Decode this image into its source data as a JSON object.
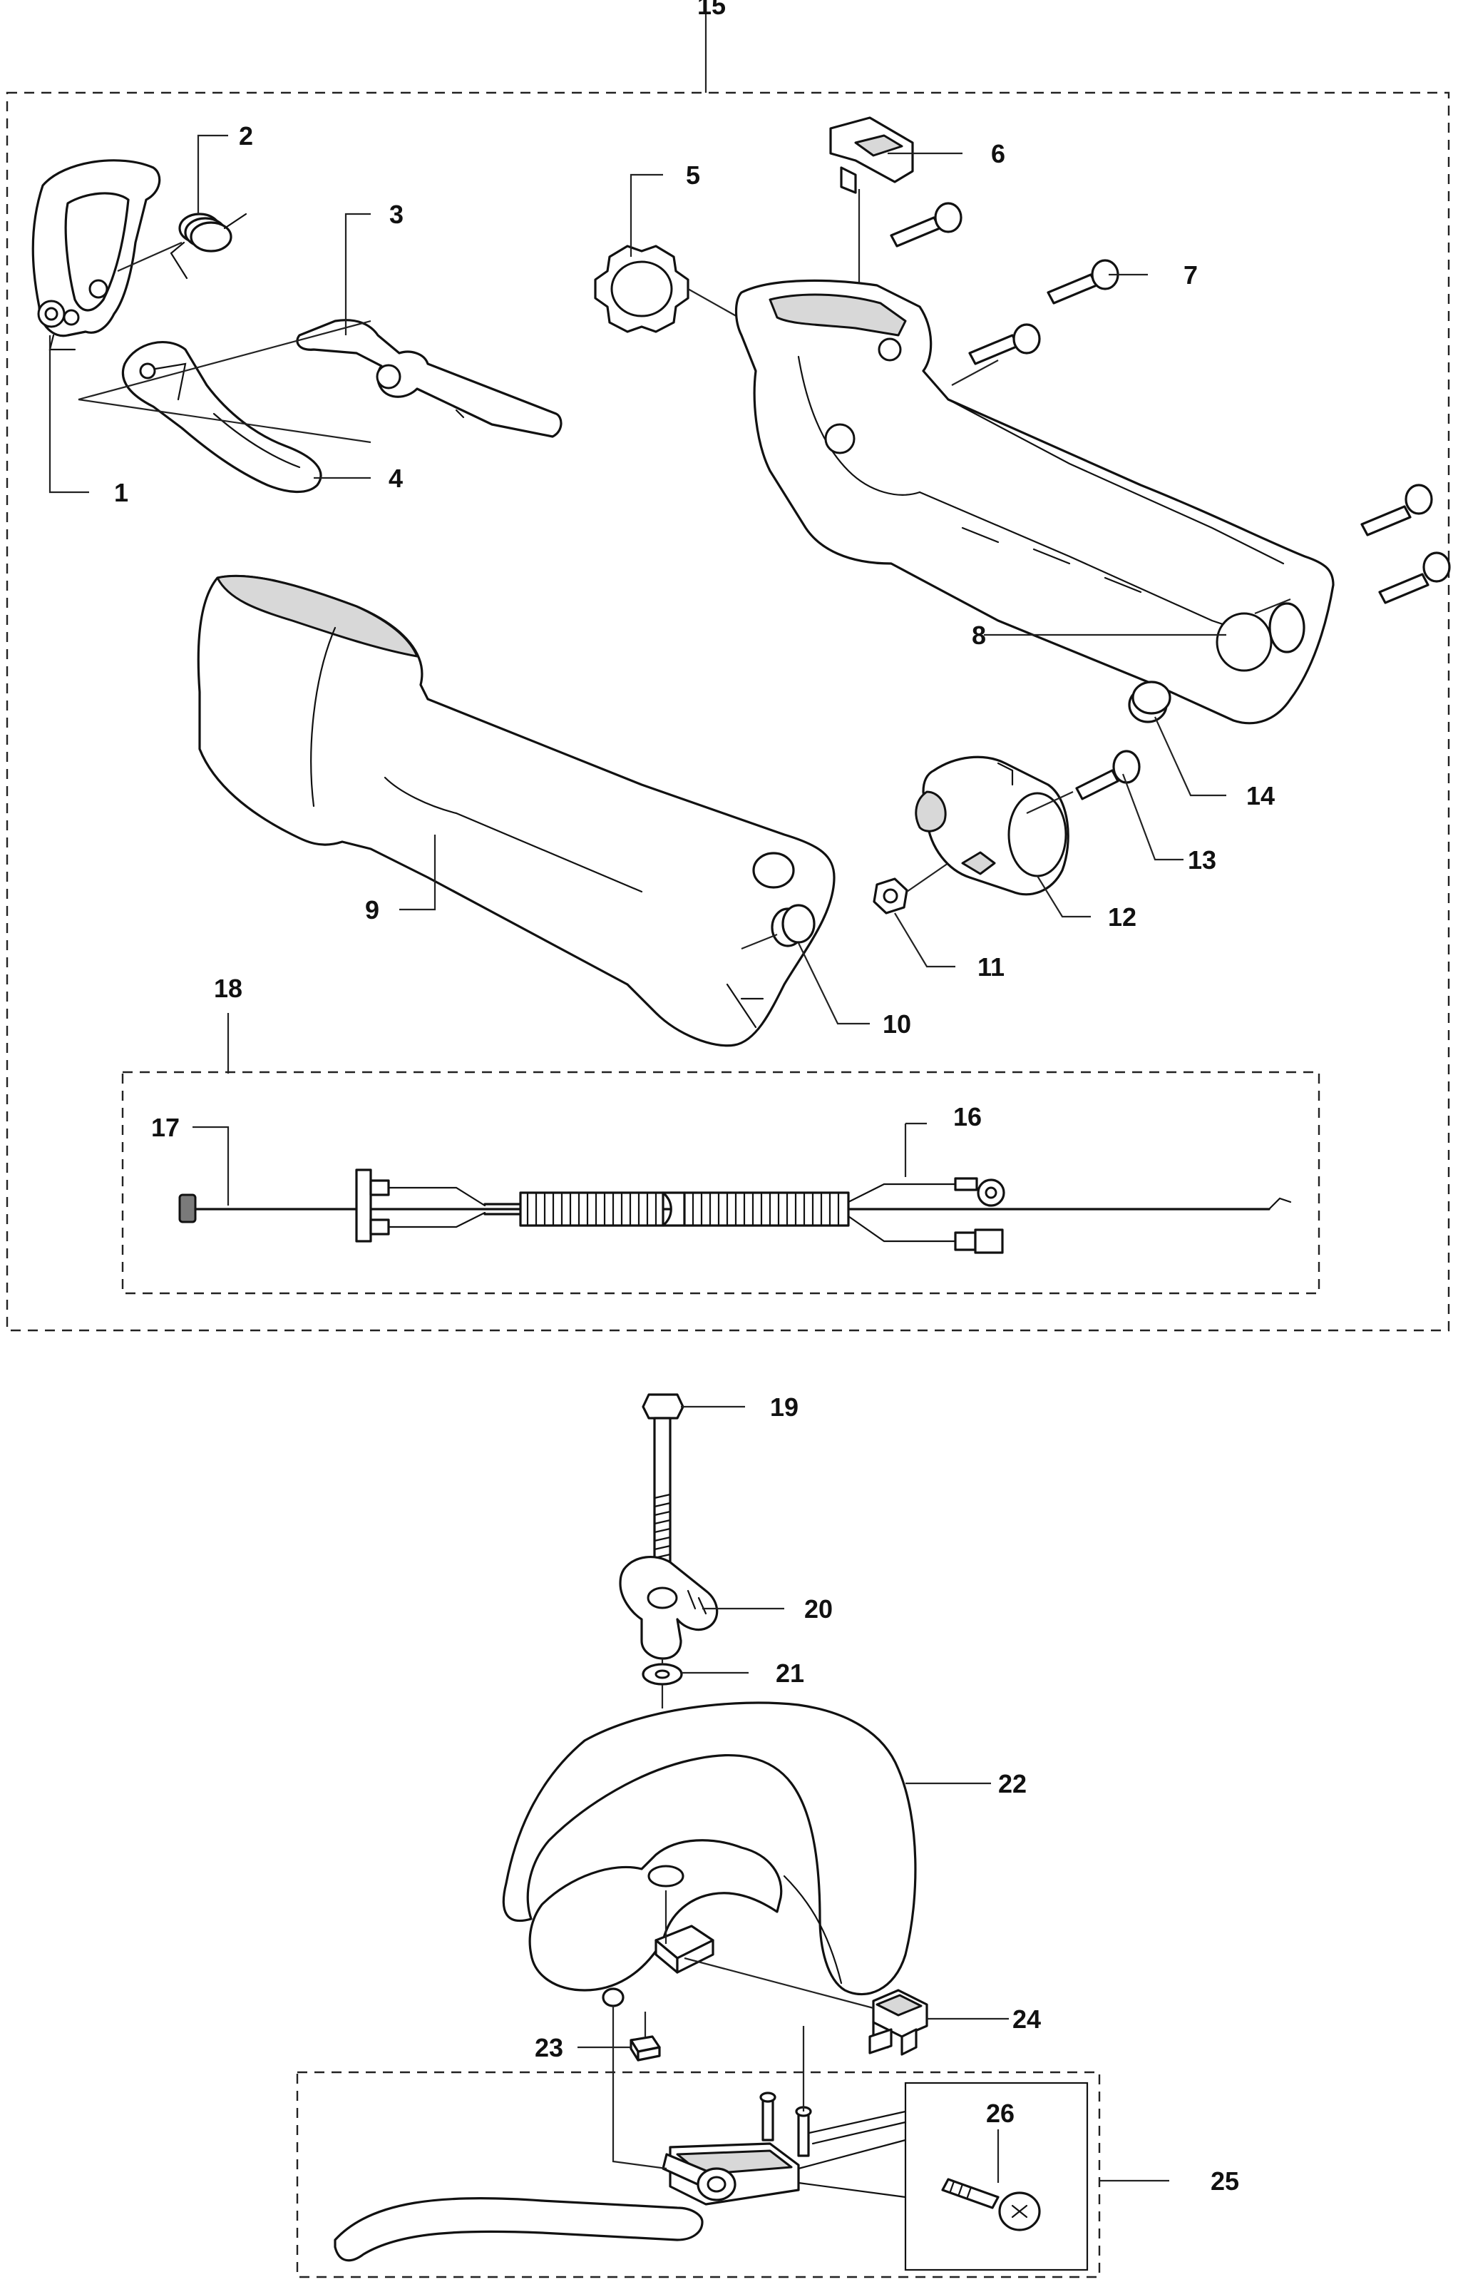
{
  "callouts": {
    "c1": "1",
    "c2": "2",
    "c3": "3",
    "c4": "4",
    "c5": "5",
    "c6": "6",
    "c7": "7",
    "c8": "8",
    "c9": "9",
    "c10": "10",
    "c11": "11",
    "c12": "12",
    "c13": "13",
    "c14": "14",
    "c15": "15",
    "c16": "16",
    "c17": "17",
    "c18": "18",
    "c19": "19",
    "c20": "20",
    "c21": "21",
    "c22": "22",
    "c23": "23",
    "c24": "24",
    "c25": "25",
    "c26": "26"
  },
  "groups": {
    "handle_assembly": "15",
    "cable_assembly": "18",
    "loop_handle_kit": "25"
  }
}
